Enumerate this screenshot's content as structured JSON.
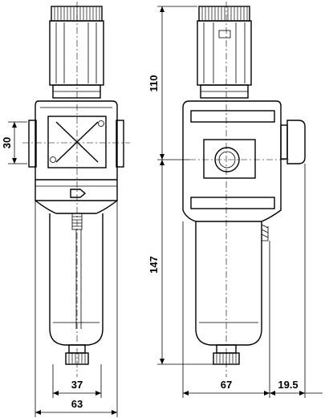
{
  "dimensions": {
    "port_spacing": "30",
    "upper_height": "110",
    "lower_height": "147",
    "bowl_width": "37",
    "body_width": "63",
    "side_depth": "67",
    "gauge_offset": "19.5"
  }
}
